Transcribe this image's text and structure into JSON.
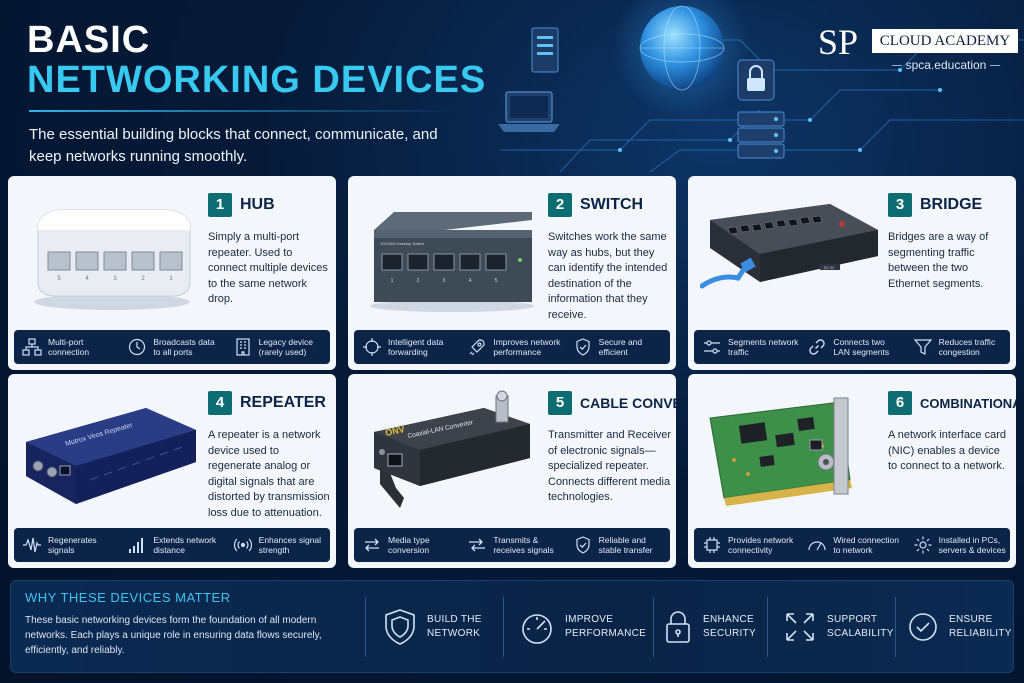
{
  "header": {
    "title_line1": "BASIC",
    "title_line2": "NETWORKING DEVICES",
    "tagline": "The essential building blocks that connect, communicate, and keep networks running smoothly."
  },
  "brand": {
    "logo_letters": "SP",
    "name": "CLOUD ACADEMY",
    "url": "spca.education"
  },
  "colors": {
    "accent": "#38c9f0",
    "card_bg": "#f3f6fa",
    "number_badge": "#0d6d72",
    "feature_bar": "#0b2448",
    "page_bg": "#061a38"
  },
  "devices": [
    {
      "number": "1",
      "title": "HUB",
      "description": "Simply a multi-port repeater. Used to connect multiple devices to the same network drop.",
      "device_labels": [
        "5",
        "4",
        "3",
        "2",
        "1"
      ],
      "features": [
        {
          "icon": "network-topology-icon",
          "label": "Multi-port\nconnection"
        },
        {
          "icon": "broadcast-clock-icon",
          "label": "Broadcasts data\nto all ports"
        },
        {
          "icon": "building-icon",
          "label": "Legacy device\n(rarely used)"
        }
      ]
    },
    {
      "number": "2",
      "title": "SWITCH",
      "description": "Switches work the same way as hubs, but they can identify the intended destination of the information that they receive.",
      "device_labels": [
        "1",
        "2",
        "3",
        "4",
        "5"
      ],
      "features": [
        {
          "icon": "crosshair-icon",
          "label": "Intelligent data\nforwarding"
        },
        {
          "icon": "rocket-icon",
          "label": "Improves network\nperformance"
        },
        {
          "icon": "shield-check-icon",
          "label": "Secure and\nefficient"
        }
      ]
    },
    {
      "number": "3",
      "title": "BRIDGE",
      "description": "Bridges are a way of segmenting traffic between the two Ethernet segments.",
      "features": [
        {
          "icon": "sliders-icon",
          "label": "Segments network\ntraffic"
        },
        {
          "icon": "link-icon",
          "label": "Connects two\nLAN segments"
        },
        {
          "icon": "funnel-icon",
          "label": "Reduces traffic\ncongestion"
        }
      ]
    },
    {
      "number": "4",
      "title": "REPEATER",
      "description": "A repeater is a network device used to regenerate analog or digital signals that are distorted by transmission loss due to attenuation.",
      "device_label": "Mutrox Veos Repeater",
      "features": [
        {
          "icon": "waveform-icon",
          "label": "Regenerates\nsignals"
        },
        {
          "icon": "signal-bars-icon",
          "label": "Extends network\ndistance"
        },
        {
          "icon": "radio-waves-icon",
          "label": "Enhances signal\nstrength"
        }
      ]
    },
    {
      "number": "5",
      "title": "CABLE CONVERTER",
      "description": "Transmitter and Receiver of electronic signals—specialized repeater. Connects different media technologies.",
      "device_label": "Coaxial-LAN Converter",
      "device_brand": "ONV",
      "features": [
        {
          "icon": "swap-arrows-icon",
          "label": "Media type\nconversion"
        },
        {
          "icon": "exchange-arrows-icon",
          "label": "Transmits &\nreceives signals"
        },
        {
          "icon": "shield-check-icon",
          "label": "Reliable and\nstable transfer"
        }
      ]
    },
    {
      "number": "6",
      "title": "COMBINATIONAL NIC",
      "description": "A network interface card (NIC) enables a device to connect to a network.",
      "features": [
        {
          "icon": "chip-icon",
          "label": "Provides network\nconnectivity"
        },
        {
          "icon": "speedometer-icon",
          "label": "Wired connection\nto network"
        },
        {
          "icon": "gear-icon",
          "label": "Installed in PCs,\nservers & devices"
        }
      ]
    }
  ],
  "why": {
    "title": "WHY THESE DEVICES MATTER",
    "text": "These basic networking devices form the foundation of all modern networks. Each plays a unique role in ensuring data flows securely, efficiently, and reliably.",
    "benefits": [
      {
        "icon": "shield-icon",
        "label": "BUILD THE\nNETWORK"
      },
      {
        "icon": "gauge-icon",
        "label": "IMPROVE\nPERFORMANCE"
      },
      {
        "icon": "lock-icon",
        "label": "ENHANCE\nSECURITY"
      },
      {
        "icon": "expand-arrows-icon",
        "label": "SUPPORT\nSCALABILITY"
      },
      {
        "icon": "check-circle-icon",
        "label": "ENSURE\nRELIABILITY"
      }
    ]
  }
}
